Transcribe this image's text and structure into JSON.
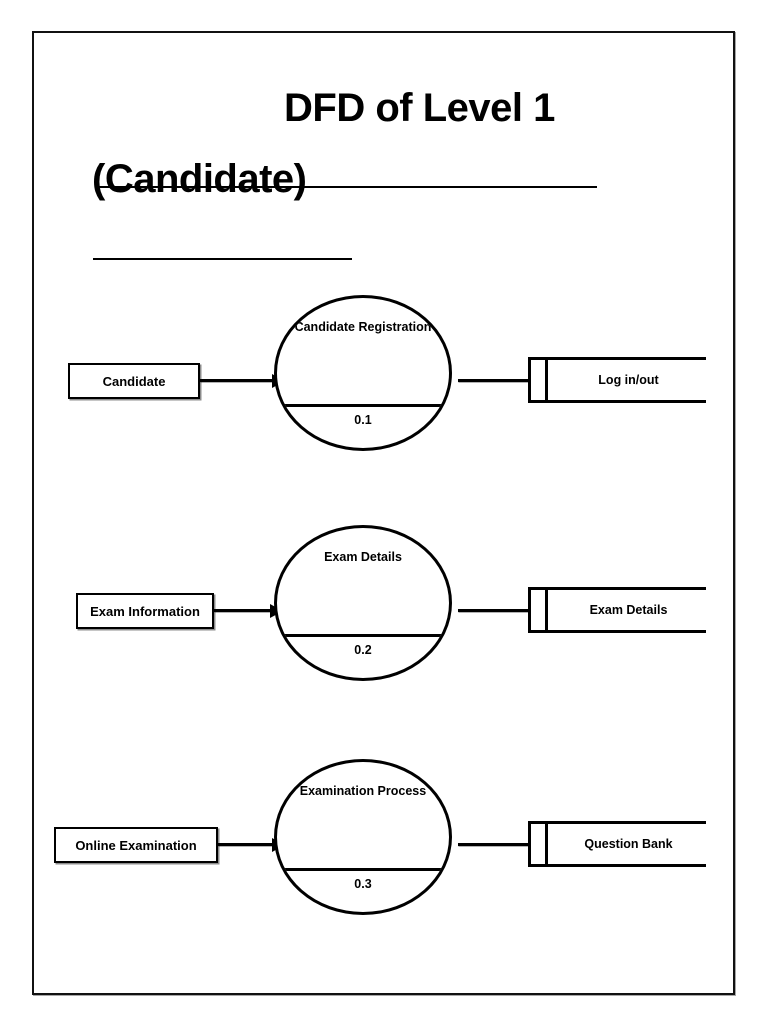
{
  "document": {
    "title_line_1": "DFD of Level 1",
    "title_line_2": "(Candidate)"
  },
  "diagram": {
    "type": "data-flow-diagram",
    "level": "1",
    "rows": [
      {
        "entity": "Candidate",
        "process_name": "Candidate Registration",
        "process_id": "0.1",
        "store": "Log in/out"
      },
      {
        "entity": "Exam Information",
        "process_name": "Exam Details",
        "process_id": "0.2",
        "store": "Exam Details"
      },
      {
        "entity": "Online Examination",
        "process_name": "Examination Process",
        "process_id": "0.3",
        "store": "Question Bank"
      }
    ]
  },
  "colors": {
    "stroke": "#000000",
    "background": "#ffffff"
  }
}
